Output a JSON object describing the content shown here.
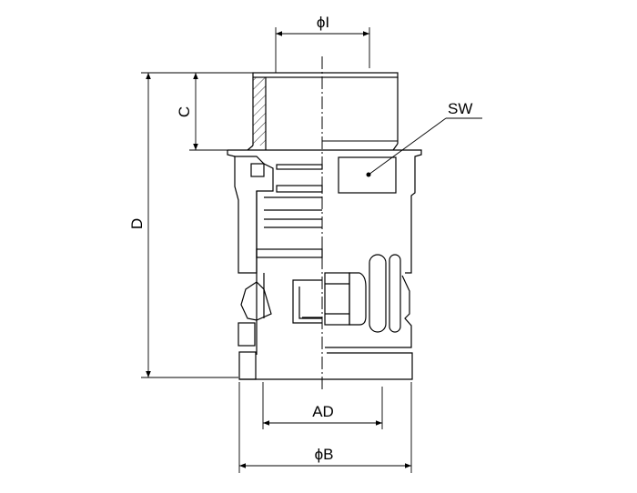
{
  "drawing": {
    "labels": {
      "inner_diameter": "ϕI",
      "wrench_size": "SW",
      "thread_length": "C",
      "overall_length": "D",
      "adapter_diameter": "AD",
      "outer_diameter": "ϕB"
    },
    "colors": {
      "line": "#000000",
      "background": "#ffffff"
    }
  }
}
